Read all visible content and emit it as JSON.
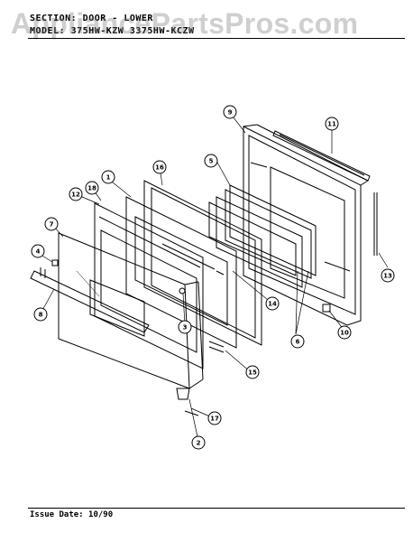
{
  "header": {
    "section_line": "SECTION:  DOOR - LOWER",
    "model_line": "MODEL:  375HW-KZW  3375HW-KCZW",
    "watermark": "AppliancePartsPros.com"
  },
  "callouts": [
    "1",
    "2",
    "3",
    "4",
    "5",
    "6",
    "7",
    "8",
    "9",
    "10",
    "11",
    "12",
    "13",
    "14",
    "15",
    "16",
    "17",
    "18"
  ],
  "footer": {
    "issue_date": "Issue Date: 10/90"
  }
}
